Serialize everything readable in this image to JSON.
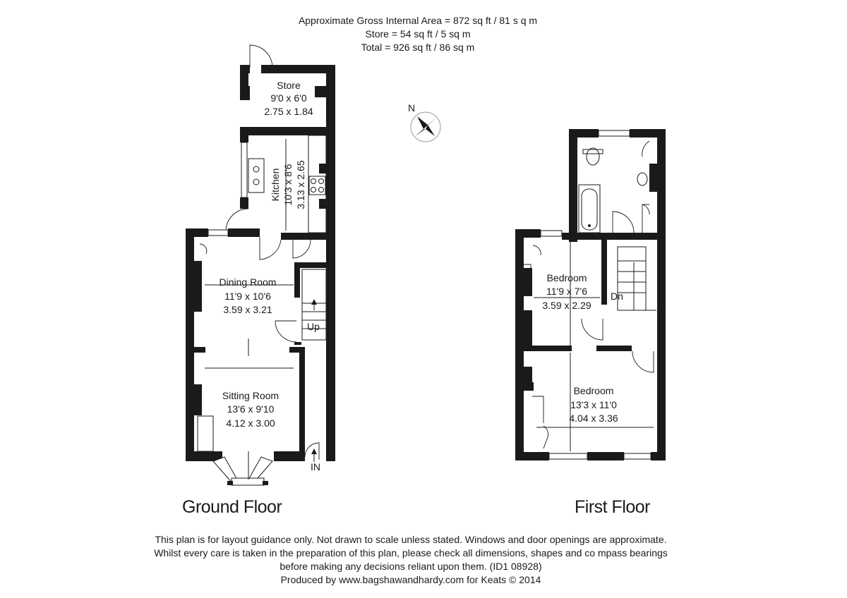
{
  "header": {
    "line1": "Approximate Gross Internal Area  = 872 sq ft / 81 s q m",
    "line2": "Store = 54 sq ft / 5 sq m",
    "line3": "Total = 926 sq ft / 86 sq m"
  },
  "compass": {
    "label": "N",
    "icon": "compass-rose-icon"
  },
  "ground_floor": {
    "title": "Ground Floor",
    "store": {
      "name": "Store",
      "imperial": "9'0 x 6'0",
      "metric": "2.75 x 1.84"
    },
    "kitchen": {
      "name": "Kitchen",
      "imperial": "10'3 x 8'6",
      "metric": "3.13 x 2.65"
    },
    "dining": {
      "name": "Dining Room",
      "imperial": "11'9 x 10'6",
      "metric": "3.59 x 3.21"
    },
    "sitting": {
      "name": "Sitting Room",
      "imperial": "13'6 x 9'10",
      "metric": "4.12 x 3.00"
    },
    "stairs_label": "Up",
    "entrance_label": "IN"
  },
  "first_floor": {
    "title": "First Floor",
    "bedroom_small": {
      "name": "Bedroom",
      "imperial": "11'9 x 7'6",
      "metric": "3.59 x 2.29"
    },
    "bedroom_large": {
      "name": "Bedroom",
      "imperial": "13'3 x 11'0",
      "metric": "4.04 x 3.36"
    },
    "stairs_label": "Dn"
  },
  "footer": {
    "line1": "This plan is for layout guidance only. Not drawn to  scale unless stated. Windows and door openings are  approximate.",
    "line2": "Whilst every care is taken in the preparation of this plan, please check all dimensions, shapes and co mpass bearings",
    "line3": "before making any decisions reliant upon them. (ID1 08928)",
    "line4": "Produced by www.bagshawandhardy.com for Keats © 2014"
  }
}
